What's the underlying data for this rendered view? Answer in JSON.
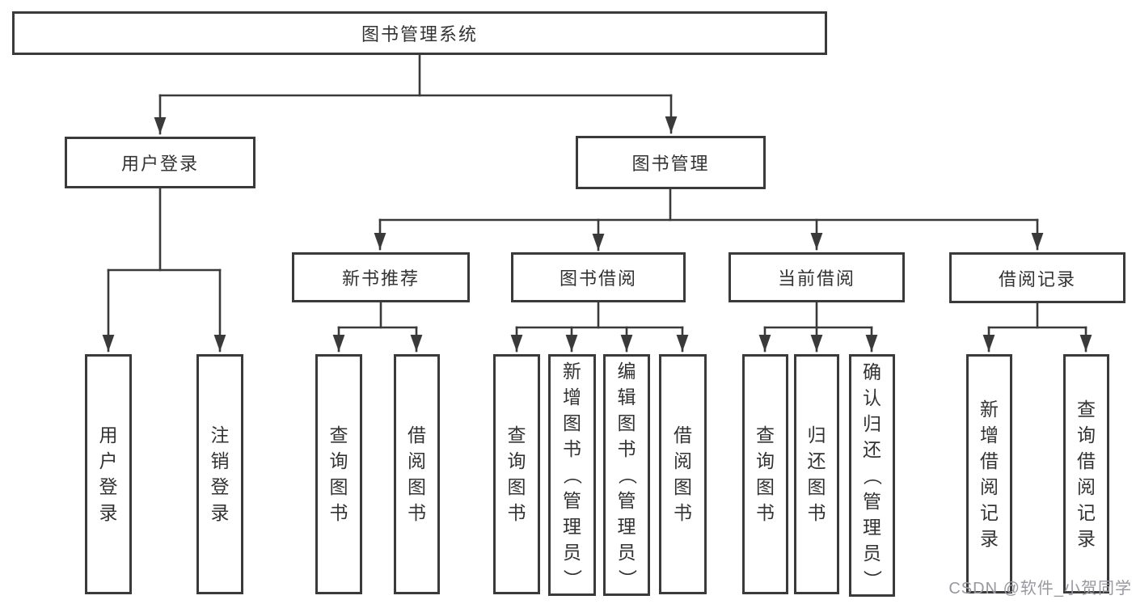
{
  "tree": {
    "root": "图书管理系统",
    "level1": {
      "user_login": "用户登录",
      "book_mgmt": "图书管理"
    },
    "level2": {
      "new_rec": "新书推荐",
      "borrow": "图书借阅",
      "current": "当前借阅",
      "records": "借阅记录"
    },
    "leaves": {
      "login": "用户登录",
      "logout": "注销登录",
      "rec_query": "查询图书",
      "rec_borrow": "借阅图书",
      "bor_query": "查询图书",
      "bor_add": "新增图书（管理员）",
      "bor_edit": "编辑图书（管理员）",
      "bor_borrow": "借阅图书",
      "cur_query": "查询图书",
      "cur_return": "归还图书",
      "cur_confirm": "确认归还（管理员）",
      "rec_add_record": "新增借阅记录",
      "rec_query_record": "查询借阅记录"
    }
  },
  "watermark": "CSDN @软件_小贺同学",
  "colors": {
    "line": "#3a3a3a",
    "text": "#333333",
    "watermark": "#98989e",
    "background": "#ffffff"
  }
}
